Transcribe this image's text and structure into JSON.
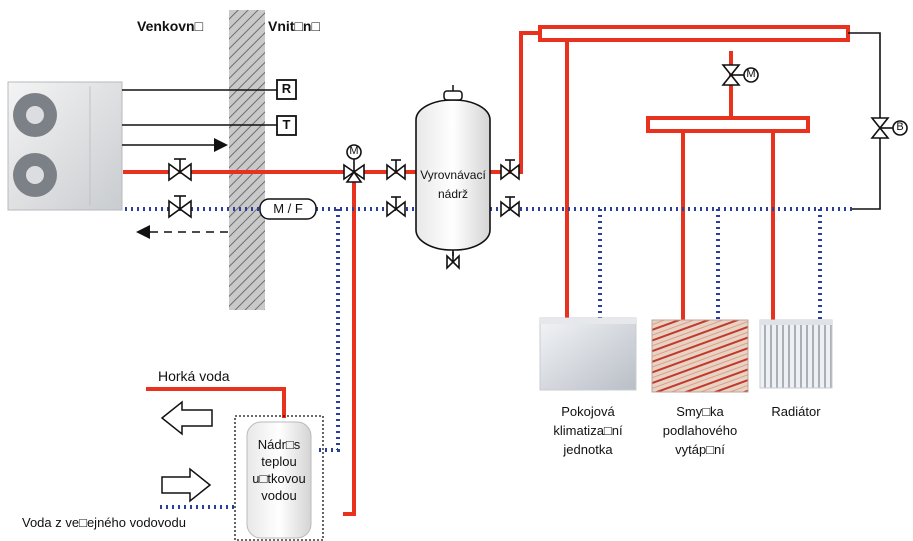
{
  "labels": {
    "outdoor": "Venkovn□",
    "indoor": "Vnit□n□",
    "r_box": "R",
    "t_box": "T",
    "mf_box": "M / F",
    "m_valve": "M",
    "b_valve": "B",
    "buffer_tank": "Vyrovnávací\nnádrž",
    "hot_water": "Horká voda",
    "dhw_tank": "Nádr□s\nteplou\nu□tkovou\nvodou",
    "public_water": "Voda z ve□ejného vodovodu",
    "fan_coil": "Pokojová\nklimatiza□ní\njednotka",
    "floor_loop": "Smy□ka\npodlahového\nvytáp□ní",
    "radiator": "Radiátor"
  },
  "colors": {
    "supply_pipe": "#e8321e",
    "return_pipe": "#2b3e9c",
    "wall_hatch": "#9a9a9a",
    "line": "#111111"
  }
}
